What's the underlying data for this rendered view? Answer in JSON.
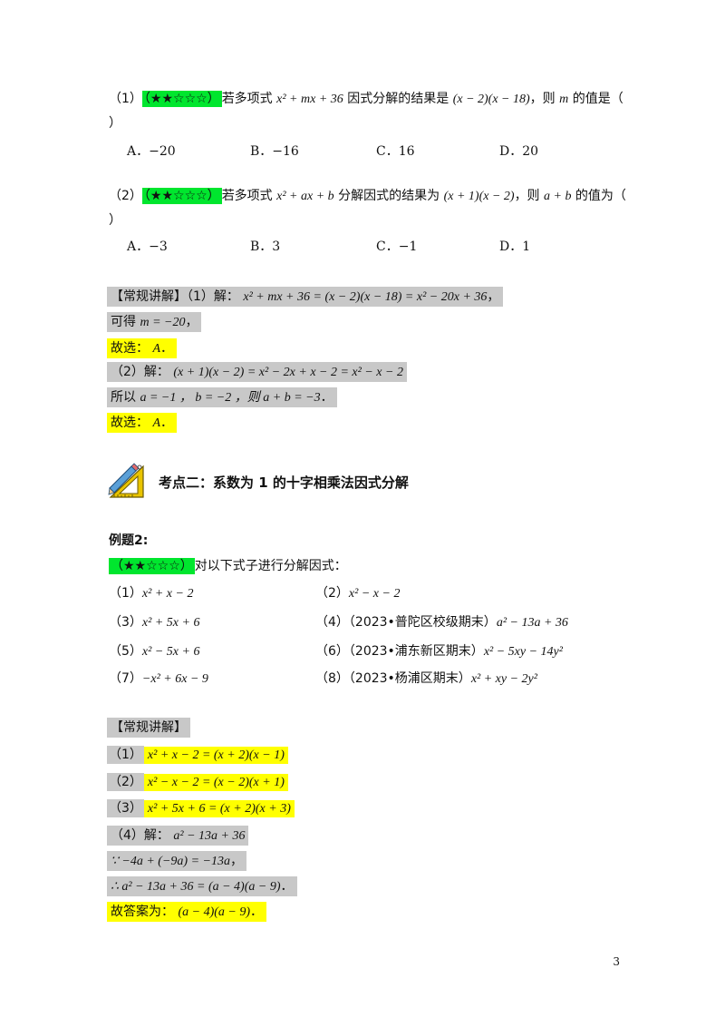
{
  "q1": {
    "num": "（1）",
    "stars": "（★★☆☆☆）",
    "text_a": "若多项式",
    "expr1": "x² + mx + 36",
    "text_b": "因式分解的结果是",
    "expr2": "(x − 2)(x − 18)",
    "text_c": "，则",
    "var": "m",
    "text_d": "的值是（",
    "close": "）",
    "options": [
      "A．−20",
      "B．−16",
      "C．16",
      "D．20"
    ]
  },
  "q2": {
    "num": "（2）",
    "stars": "（★★☆☆☆）",
    "text_a": "若多项式",
    "expr1": "x² + ax + b",
    "text_b": "分解因式的结果为",
    "expr2": "(x + 1)(x − 2)",
    "text_c": "，则",
    "var": "a + b",
    "text_d": "的值为（",
    "close": "）",
    "options": [
      "A．−3",
      "B．3",
      "C．−1",
      "D．1"
    ]
  },
  "sol1": {
    "line1_label": "【常规讲解】（1）解：",
    "line1_expr": "x² + mx + 36 = (x − 2)(x − 18) = x² − 20x + 36",
    "line1_end": "，",
    "line2_text": "可得",
    "line2_expr": "m = −20",
    "line2_end": "，",
    "line3_text": "故选：",
    "line3_expr": "A",
    "line3_end": "．",
    "line4_label": "（2）解：",
    "line4_expr": "(x + 1)(x − 2) = x² − 2x + x − 2 = x² − x − 2",
    "line5_text": "所以",
    "line5_expr": "a = −1 ， b = −2 ，则 a + b = −3",
    "line5_end": "．",
    "line6_text": "故选：",
    "line6_expr": "A",
    "line6_end": "．"
  },
  "section": {
    "title": "考点二：系数为 1 的十字相乘法因式分解",
    "icon": "ruler-pencil-icon"
  },
  "example2": {
    "title": "例题2:",
    "stars": "（★★☆☆☆）",
    "instruction": "对以下式子进行分解因式：",
    "items": [
      {
        "num": "（1）",
        "src": "",
        "expr": "x² + x − 2"
      },
      {
        "num": "（2）",
        "src": "",
        "expr": "x² − x − 2"
      },
      {
        "num": "（3）",
        "src": "",
        "expr": "x² + 5x + 6"
      },
      {
        "num": "（4）",
        "src": "（2023•普陀区校级期末）",
        "expr": "a² − 13a + 36"
      },
      {
        "num": "（5）",
        "src": "",
        "expr": "x² − 5x + 6"
      },
      {
        "num": "（6）",
        "src": "（2023•浦东新区期末）",
        "expr": "x² − 5xy − 14y²"
      },
      {
        "num": "（7）",
        "src": "",
        "expr": "−x² + 6x − 9"
      },
      {
        "num": "（8）",
        "src": "（2023•杨浦区期末）",
        "expr": "x² + xy − 2y²"
      }
    ]
  },
  "sol2": {
    "header": "【常规讲解】",
    "a1_num": "（1）",
    "a1_expr": "x² + x − 2 = (x + 2)(x − 1)",
    "a2_num": "（2）",
    "a2_expr": "x² − x − 2 = (x − 2)(x + 1)",
    "a3_num": "（3）",
    "a3_expr": "x² + 5x + 6 = (x + 2)(x + 3)",
    "a4_label": "（4）解：",
    "a4_expr": "a² − 13a + 36",
    "a4_l2": "∵ −4a + (−9a) = −13a",
    "a4_l2_end": "，",
    "a4_l3": "∴ a² − 13a + 36 = (a − 4)(a − 9)",
    "a4_l3_end": "．",
    "a4_ans_text": "故答案为：",
    "a4_ans_expr": "(a − 4)(a − 9)",
    "a4_ans_end": "．"
  },
  "page_number": "3",
  "colors": {
    "green_highlight": "#00e62e",
    "gray_highlight": "#c8c8c8",
    "yellow_highlight": "#ffff00"
  }
}
